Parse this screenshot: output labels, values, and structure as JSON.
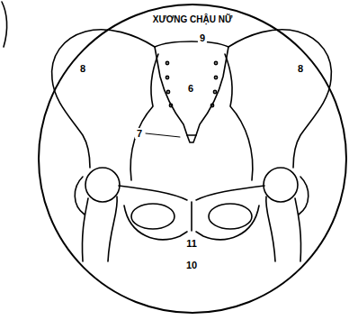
{
  "diagram": {
    "title": "XƯƠNG CHẬU NỮ",
    "labels": [
      "9",
      "8",
      "6",
      "8",
      "7",
      "11",
      "10"
    ]
  }
}
